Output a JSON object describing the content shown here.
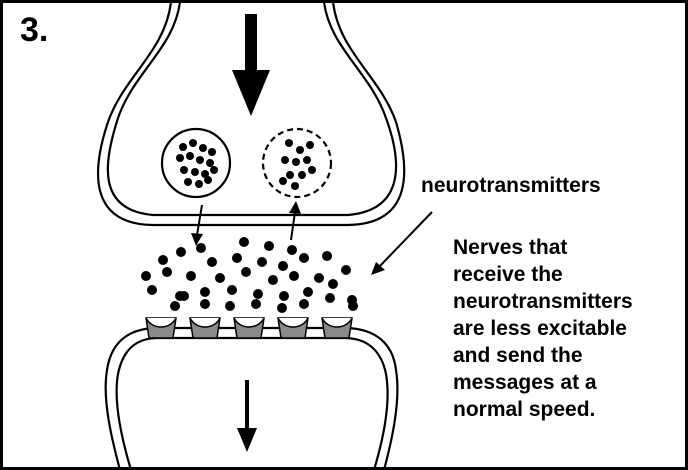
{
  "figure": {
    "step_number": "3.",
    "neurotransmitters_label": "neurotransmitters",
    "description_lines": [
      "Nerves that",
      "receive the",
      "neurotransmitters",
      "are less excitable",
      "and send the",
      "messages at a",
      "normal speed."
    ]
  },
  "colors": {
    "stroke": "#000000",
    "receptor": "#8a8a8a",
    "background": "#ffffff"
  }
}
